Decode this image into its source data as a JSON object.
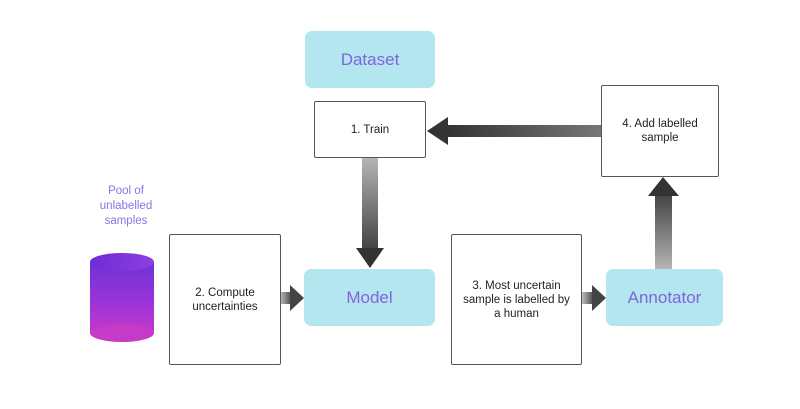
{
  "nodes": {
    "dataset": "Dataset",
    "train": "1. Train",
    "add_labelled": "4. Add labelled\nsample",
    "pool_label": "Pool of\nunlabelled\nsamples",
    "compute": "2. Compute\nuncertainties",
    "model": "Model",
    "labelled_by_human": "3. Most uncertain\nsample is labelled by\na human",
    "annotator": "Annotator"
  },
  "colors": {
    "cyan_node": "#b4e6f0",
    "node_text": "#7f64dc",
    "cylinder": "#8a2be2",
    "arrow": "#555555"
  },
  "icons": {
    "pool": "database-cylinder-icon"
  }
}
